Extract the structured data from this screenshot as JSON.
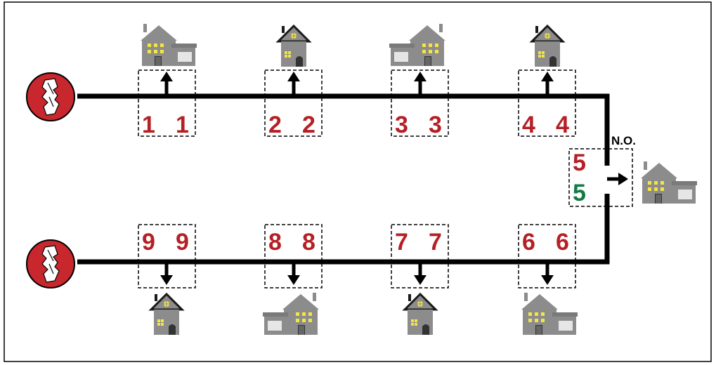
{
  "colors": {
    "feeder_line": "#000000",
    "label_red": "#b52025",
    "label_green": "#137a46",
    "source_circle": "#c7272d",
    "house_body": "#8c8c8c",
    "window": "#f4e542",
    "garage_door": "#e6e6e6",
    "roof_dark": "#1a1a1a"
  },
  "sources": [
    {
      "name": "top-source",
      "icon": "hand-switch-icon"
    },
    {
      "name": "bottom-source",
      "icon": "hand-switch-icon"
    }
  ],
  "top_feeder": {
    "segments": [
      {
        "left": "1",
        "right": "1",
        "house": "house-with-garage-icon"
      },
      {
        "left": "2",
        "right": "2",
        "house": "small-house-icon"
      },
      {
        "left": "3",
        "right": "3",
        "house": "house-with-garage-icon"
      },
      {
        "left": "4",
        "right": "4",
        "house": "small-house-icon"
      }
    ]
  },
  "bottom_feeder": {
    "segments": [
      {
        "left": "9",
        "right": "9",
        "house": "small-house-icon"
      },
      {
        "left": "8",
        "right": "8",
        "house": "house-with-garage-icon"
      },
      {
        "left": "7",
        "right": "7",
        "house": "small-house-icon"
      },
      {
        "left": "6",
        "right": "6",
        "house": "house-with-garage-icon"
      }
    ]
  },
  "tie_point": {
    "label": "N.O.",
    "top_value": "5",
    "bottom_value": "5",
    "house": "house-with-garage-icon"
  }
}
